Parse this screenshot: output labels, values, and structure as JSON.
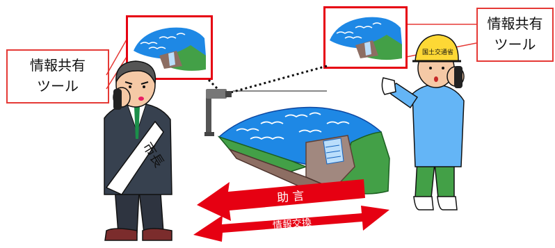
{
  "callouts": {
    "left": {
      "line1": "情報共有",
      "line2": "ツール"
    },
    "right": {
      "line1": "情報共有",
      "line2": "ツール"
    }
  },
  "arrows": {
    "advice": "助 言",
    "exchange": "情報交換"
  },
  "mayor_sash": "市長",
  "worker_helmet": "国土交通省",
  "colors": {
    "accent_red": "#e60012",
    "callout_border": "#e53935",
    "water_blue": "#1e88e5",
    "grass_green": "#43a047"
  }
}
